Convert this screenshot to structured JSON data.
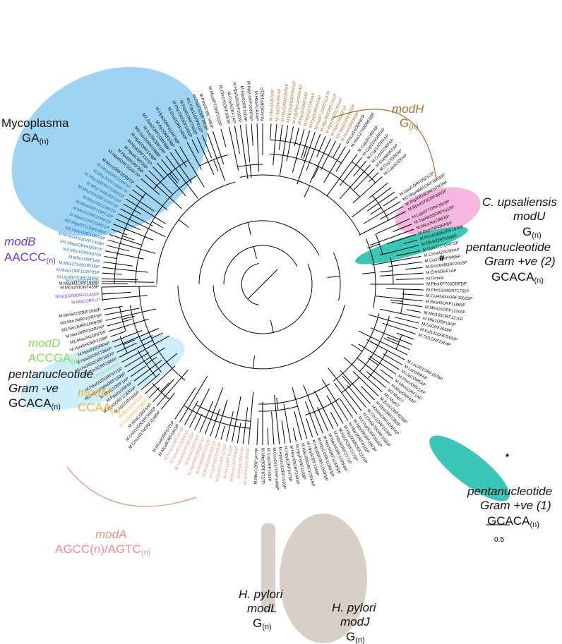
{
  "figure": {
    "colors": {
      "mycoplasma": "#9fd3f2",
      "mycoplasma_text": "#1b6fae",
      "modH": "#a8732f",
      "modU": "#f5b6df",
      "pentaGP": "#3cc6b6",
      "pentaGP_text": "#ffffff",
      "modB": "#7a34d6",
      "modD": "#7fe05a",
      "pentaGN": "#cfeefb",
      "modM": "#f2b33d",
      "modA": "#f08f86",
      "helico": "#d8d0c6",
      "black": "#111111"
    },
    "groups": [
      {
        "id": "mycoplasma",
        "name": "Mycoplasma",
        "seq": "GA",
        "sub": "(n)"
      },
      {
        "id": "modH",
        "name": "modH",
        "seq": "G",
        "sub": "(n)"
      },
      {
        "id": "modU",
        "name": "C. upsaliensis",
        "name2": "modU",
        "seq": "G",
        "sub": "(n)"
      },
      {
        "id": "pentaGP2",
        "name": "pentanucleotide",
        "name2": "Gram +ve (2)",
        "seq": "GCACA",
        "sub": "(n)"
      },
      {
        "id": "modB",
        "name": "modB",
        "seq": "AACCC",
        "sub": "(n)"
      },
      {
        "id": "modD",
        "name": "modD",
        "seq": "ACCGA",
        "sub": "(n)"
      },
      {
        "id": "pentaGN",
        "name": "pentanucleotide",
        "name2": "Gram -ve",
        "seq": "GCACA",
        "sub": "(n)"
      },
      {
        "id": "modM",
        "name": "modM",
        "seq": "CCAA",
        "sub": "(n)"
      },
      {
        "id": "modA",
        "name": "modA",
        "seq": "AGCC(n)/AGTC",
        "sub": "(n)"
      },
      {
        "id": "pentaGP1",
        "name": "pentanucleotide",
        "name2": "Gram +ve (1)",
        "seq": "GCACA",
        "sub": "(n)"
      },
      {
        "id": "modL",
        "name": "H. pylori",
        "name2": "modL",
        "seq": "G",
        "sub": "(n)"
      },
      {
        "id": "modJ",
        "name": "H. pylori",
        "name2": "modJ",
        "seq": "G",
        "sub": "(n)"
      }
    ],
    "marks": {
      "hash": "#",
      "star": "*"
    },
    "scale_bar": {
      "label": "0.5"
    },
    "leaves": [
      {
        "label": "M.Mca160ORF435P",
        "group": "black",
        "angle": 181
      },
      {
        "label": "Nme10208ORF11445P",
        "group": "modB",
        "angle": 183.5
      },
      {
        "label": "M.NlaCORFLP",
        "group": "modB",
        "angle": 185.5
      },
      {
        "label": "M.Mma225ORF2680P",
        "group": "black",
        "angle": 189
      },
      {
        "label": "M3.MorJMR01ORFBP",
        "group": "black",
        "angle": 191
      },
      {
        "label": "M2.MorJMR01ORFBP",
        "group": "black",
        "angle": 193
      },
      {
        "label": "M.MorJMR01ORFAP",
        "group": "black",
        "angle": 195
      },
      {
        "label": "M1.MspJH1ORFDP",
        "group": "black",
        "angle": 197
      },
      {
        "label": "M.HpaSHORF2158P",
        "group": "black",
        "angle": 199
      },
      {
        "label": "M.Hpa393ORFAP",
        "group": "black",
        "angle": 201
      },
      {
        "label": "M.Hpa32ORF2866P",
        "group": "black",
        "angle": 203
      },
      {
        "label": "M.Lha3552ORF2487P",
        "group": "black",
        "angle": 205
      },
      {
        "label": "M2.Pmi3ORF2866P",
        "group": "black",
        "angle": 207
      },
      {
        "label": "M.Pmi47ORFAP",
        "group": "modD",
        "angle": 209
      },
      {
        "label": "M.HduGUSORF6715P",
        "group": "black",
        "angle": 211
      },
      {
        "label": "M2.HduVAMSORF1899P",
        "group": "black",
        "angle": 213
      },
      {
        "label": "M.Mha11ORF1AP",
        "group": "black",
        "angle": 215
      },
      {
        "label": "M.Ppa11ORFAP",
        "group": "black",
        "angle": 217
      },
      {
        "label": "M.Apa5ORF1ORFAP",
        "group": "black",
        "angle": 219
      },
      {
        "label": "M.Apl1ORF800P",
        "group": "black",
        "angle": 221
      },
      {
        "label": "M.Mca1ORF6AP",
        "group": "modM",
        "angle": 223
      },
      {
        "label": "M.CcrE3ORF2982P",
        "group": "modM",
        "angle": 225
      },
      {
        "label": "M.AhaCORF4AP",
        "group": "black",
        "angle": 227
      },
      {
        "label": "M.Col11500ORF3865P",
        "group": "black",
        "angle": 229
      },
      {
        "label": "M.Cmur4574ORF11999P",
        "group": "black",
        "angle": 231
      },
      {
        "label": "M.Mca4ORF6721P",
        "group": "black",
        "angle": 237
      },
      {
        "label": "M.Mca4ORF4461P",
        "group": "black",
        "angle": 239
      },
      {
        "label": "M.Nme1ORF2974P",
        "group": "modA",
        "angle": 241
      },
      {
        "label": "M.Nme8013ORFAP",
        "group": "modA",
        "angle": 243
      },
      {
        "label": "M.NgoA1ORF16535P",
        "group": "modA",
        "angle": 245
      },
      {
        "label": "M.Nme1ORF08P",
        "group": "modA",
        "angle": 247
      },
      {
        "label": "M.NgoFA1090ORF1P",
        "group": "modA",
        "angle": 249
      },
      {
        "label": "M.Hin86ORF1022P",
        "group": "modA",
        "angle": 251
      },
      {
        "label": "M.HinR2846ORF1P",
        "group": "modA",
        "angle": 253
      },
      {
        "label": "M.HinPittEEORF2P",
        "group": "modA",
        "angle": 255
      },
      {
        "label": "M.Hin477ORF1078P",
        "group": "modA",
        "angle": 257
      },
      {
        "label": "M.Hin1ORF1129P",
        "group": "modA",
        "angle": 259
      },
      {
        "label": "M.Mca1ORF4461P",
        "group": "modA",
        "angle": 261
      },
      {
        "label": "M.Mha1ORF1AP",
        "group": "modA",
        "angle": 263
      },
      {
        "label": "M.HinPittGGORFAP",
        "group": "modA",
        "angle": 265
      },
      {
        "label": "M.Mhe1ORF1477P",
        "group": "black",
        "angle": 268
      },
      {
        "label": "M.Hhe9ORF6727P",
        "group": "black",
        "angle": 270
      },
      {
        "label": "M.CupORF1458P",
        "group": "black",
        "angle": 272
      },
      {
        "label": "M.Cco2437ORF1468P",
        "group": "black",
        "angle": 274
      },
      {
        "label": "M.HpyGU1ORF1593P",
        "group": "black",
        "angle": 276
      },
      {
        "label": "M.Hpy1ORF6475P",
        "group": "black",
        "angle": 278
      },
      {
        "label": "M.HpyHRORF2493P",
        "group": "black",
        "angle": 280
      },
      {
        "label": "M.HpyPORF1038P",
        "group": "black",
        "angle": 282
      },
      {
        "label": "M.HpyJ99ORF1ORFBP",
        "group": "black",
        "angle": 284
      },
      {
        "label": "M.Hpy9ORF1348P",
        "group": "black",
        "angle": 286
      },
      {
        "label": "M.HpyB3ORF1ORFBP",
        "group": "black",
        "angle": 288
      },
      {
        "label": "M.HpyCORF1ORFBP",
        "group": "black",
        "angle": 290
      },
      {
        "label": "M.HpySORF1ORFBP",
        "group": "black",
        "angle": 292
      },
      {
        "label": "M.HpyHORF1ORFBP",
        "group": "black",
        "angle": 294
      },
      {
        "label": "M.HpySORF2371P",
        "group": "black",
        "angle": 296
      },
      {
        "label": "M.HpyPORF2373P",
        "group": "black",
        "angle": 298
      },
      {
        "label": "M.Hpy5066ORF2371P",
        "group": "black",
        "angle": 300
      },
      {
        "label": "M.Hpy3ORF4115P",
        "group": "black",
        "angle": 302
      },
      {
        "label": "M.Hpy99ORF2002P",
        "group": "black",
        "angle": 304
      },
      {
        "label": "M.Chrp5ORF3045P",
        "group": "black",
        "angle": 306
      },
      {
        "label": "M.Chr5070ORF1080P",
        "group": "black",
        "angle": 308
      },
      {
        "label": "M.Chr1ORF1038P",
        "group": "black",
        "angle": 310
      },
      {
        "label": "M.MenORF1ORFAP",
        "group": "black",
        "angle": 312
      },
      {
        "label": "M.EbaORF2368P",
        "group": "black",
        "angle": 314
      },
      {
        "label": "M.EcoCORF9258P",
        "group": "black",
        "angle": 316
      },
      {
        "label": "M1.MspCl",
        "group": "black",
        "angle": 318
      },
      {
        "label": "M2.MspCl",
        "group": "black",
        "angle": 320
      },
      {
        "label": "M.MspORF4AP",
        "group": "black",
        "angle": 322
      },
      {
        "label": "M.Mbo1ORF1AP",
        "group": "black",
        "angle": 324
      },
      {
        "label": "M.PheVORF1AP",
        "group": "black",
        "angle": 326
      },
      {
        "label": "M.LlaCORFAP",
        "group": "black",
        "angle": 328
      },
      {
        "label": "M.LacORFAP",
        "group": "black",
        "angle": 330
      },
      {
        "label": "M.Lcu201ORF1878P",
        "group": "black",
        "angle": 332
      },
      {
        "label": "M.Sag3ORF1ORF826P",
        "group": "pentaGP1",
        "angle": 334
      },
      {
        "label": "M.Sag2603ORF1282P",
        "group": "pentaGP1",
        "angle": 336
      },
      {
        "label": "M.Sth1ORF4479P",
        "group": "pentaGP1",
        "angle": 338
      },
      {
        "label": "M.SpnORF2003P",
        "group": "pentaGP1",
        "angle": 340
      },
      {
        "label": "M.Tkl1ORF2964P",
        "group": "black",
        "angle": 342
      },
      {
        "label": "M.Ecl101ORF5492P",
        "group": "black",
        "angle": 344
      },
      {
        "label": "M.SsORF3658P",
        "group": "black",
        "angle": 346
      },
      {
        "label": "M.Mfa1ORF18AP",
        "group": "black",
        "angle": 348
      },
      {
        "label": "M.Mhi165ORF1210P",
        "group": "black",
        "angle": 350
      },
      {
        "label": "M.Mfra16ORF11055P",
        "group": "black",
        "angle": 352
      },
      {
        "label": "M.Bba45ORF11869P",
        "group": "black",
        "angle": 354
      },
      {
        "label": "M.Cul46634ORF10615P",
        "group": "black",
        "angle": 356
      },
      {
        "label": "M.Pbo1344ORF1755P",
        "group": "black",
        "angle": 358
      },
      {
        "label": "M.PbsiKF703ORFDP",
        "group": "black",
        "angle": 0
      },
      {
        "label": "M.Gma6I",
        "group": "black",
        "angle": 2
      },
      {
        "label": "M.Erh6ORF1AP",
        "group": "black",
        "angle": 4
      },
      {
        "label": "M.Ero2648ORF2553P",
        "group": "black",
        "angle": 6
      },
      {
        "label": "M.Llu27ORF9495P",
        "group": "black",
        "angle": 8
      },
      {
        "label": "M.Cce4470ORFAP",
        "group": "black",
        "angle": 10
      },
      {
        "label": "M.Dph2717ORFSP",
        "group": "black",
        "angle": 12
      },
      {
        "label": "M.DbaKORF1599P",
        "group": "black",
        "angle": 14
      },
      {
        "label": "M.Pmi10266ORF1670P",
        "group": "black",
        "angle": 16
      },
      {
        "label": "M.DspTHPORFBP",
        "group": "black",
        "angle": 18
      },
      {
        "label": "M.MicaTexORFEP",
        "group": "black",
        "angle": 20
      },
      {
        "label": "M.TspNK55ORF6110P",
        "group": "black",
        "angle": 22
      },
      {
        "label": "M.LspO77ORF3919P",
        "group": "black",
        "angle": 24
      },
      {
        "label": "M.Bps4378ORF3653P",
        "group": "black",
        "angle": 27
      },
      {
        "label": "M.RspKB18ORF679ORF",
        "group": "black",
        "angle": 29
      },
      {
        "label": "M2.MspNMI1ORF35830P",
        "group": "black",
        "angle": 31
      },
      {
        "label": "M.GpaCORF3521OP",
        "group": "black",
        "angle": 33
      },
      {
        "label": "M.Smi86ORF1249P",
        "group": "pentaGP2",
        "angle": 35
      },
      {
        "label": "M.Ssu15ORF1305P",
        "group": "pentaGP2",
        "angle": 37
      },
      {
        "label": "M.Lsa30AORF7230P",
        "group": "pentaGP2",
        "angle": 39
      },
      {
        "label": "M.CupAORFAP",
        "group": "modU",
        "angle": 42
      },
      {
        "label": "M.Cup7ORFAP",
        "group": "modU",
        "angle": 44
      },
      {
        "label": "M.CupMORFAP",
        "group": "modU",
        "angle": 46
      },
      {
        "label": "M.Cup11ORFAP",
        "group": "modU",
        "angle": 48
      },
      {
        "label": "M.Cup14ORFAP",
        "group": "modU",
        "angle": 50
      },
      {
        "label": "M.Cup104ORFAP",
        "group": "modU",
        "angle": 52
      },
      {
        "label": "M.Cup35ORFAP",
        "group": "modU",
        "angle": 54
      },
      {
        "label": "M.Hca12740ORF88P",
        "group": "black",
        "angle": 57
      },
      {
        "label": "M.Hca14ORF87P",
        "group": "black",
        "angle": 59
      },
      {
        "label": "M.HcanORF868P",
        "group": "modH",
        "angle": 61
      },
      {
        "label": "M1.Hpy2ORF1030P",
        "group": "modH",
        "angle": 63
      },
      {
        "label": "M.Hpy235ORF1P",
        "group": "modH",
        "angle": 65
      },
      {
        "label": "M.Hpy26695ORFAP",
        "group": "modH",
        "angle": 67
      },
      {
        "label": "M.HpyJ99ORF1441P",
        "group": "modH",
        "angle": 69
      },
      {
        "label": "M.HpyP12ORF1147P",
        "group": "modH",
        "angle": 71
      },
      {
        "label": "M.HpyB38ORFAP",
        "group": "modH",
        "angle": 73
      },
      {
        "label": "M.HpyG27ORFAP",
        "group": "modH",
        "angle": 75
      },
      {
        "label": "M.Hpy83ORF5AP",
        "group": "modH",
        "angle": 77
      },
      {
        "label": "M.HpyPeCanORFAP",
        "group": "modH",
        "angle": 79
      },
      {
        "label": "M.HpySJM180ORFAP",
        "group": "modH",
        "angle": 81
      },
      {
        "label": "M.HpyGAM2ORFAP",
        "group": "modH",
        "angle": 83
      },
      {
        "label": "M.HpyShiORFAP",
        "group": "modH",
        "angle": 85
      },
      {
        "label": "M.Hhe1ORF1AP",
        "group": "modH",
        "angle": 87
      },
      {
        "label": "M.AcaORF1921P",
        "group": "black",
        "angle": 90
      },
      {
        "label": "M.HbaPORFAP",
        "group": "black",
        "angle": 92
      },
      {
        "label": "M.HpyLORF2ORFAP",
        "group": "black",
        "angle": 94
      },
      {
        "label": "M.Hpy5ORF1563P",
        "group": "black",
        "angle": 96
      },
      {
        "label": "M.Hpy526ORF1003P",
        "group": "black",
        "angle": 98
      },
      {
        "label": "M.CoyAORF1AP",
        "group": "black",
        "angle": 100
      },
      {
        "label": "M.Chr276ORF1001P",
        "group": "black",
        "angle": 102
      },
      {
        "label": "M.Mco5F7ORF3193P",
        "group": "black",
        "angle": 105
      },
      {
        "label": "M.Pme3ORF7460P",
        "group": "black",
        "angle": 108
      },
      {
        "label": "M.FheF3ORF7459P",
        "group": "black",
        "angle": 110
      },
      {
        "label": "M1.Fsp11ORF812P",
        "group": "black",
        "angle": 112
      },
      {
        "label": "M.Fsp81ORF7460P",
        "group": "black",
        "angle": 114
      },
      {
        "label": "M.Fhe730ORF1460P",
        "group": "black",
        "angle": 116
      },
      {
        "label": "M.DvuDORF1460P",
        "group": "black",
        "angle": 118
      },
      {
        "label": "M.Hpa2ORF2ORF38P",
        "group": "black",
        "angle": 121
      },
      {
        "label": "M.Ap1ORF938P",
        "group": "black",
        "angle": 123
      },
      {
        "label": "M2.Apa2ORF1ORF68P",
        "group": "black",
        "angle": 125
      },
      {
        "label": "M.Aac58ORF1PP",
        "group": "black",
        "angle": 127
      },
      {
        "label": "M3.Gan1ORF5988P",
        "group": "black",
        "angle": 129
      },
      {
        "label": "M.Hpa5ORF1438P",
        "group": "black",
        "angle": 131
      },
      {
        "label": "M.HpaORF1371P",
        "group": "black",
        "angle": 133
      },
      {
        "label": "M.Hpa4ORF39P",
        "group": "black",
        "angle": 135
      },
      {
        "label": "M.Hpa58ORF39P",
        "group": "black",
        "angle": 137
      },
      {
        "label": "M.Hpa6ORF1ORF7P",
        "group": "black",
        "angle": 139
      },
      {
        "label": "M.Mcr1ORF3ORF2P",
        "group": "black",
        "angle": 142
      },
      {
        "label": "M.Mhy4ORF2ORF1P",
        "group": "mycoplasma",
        "angle": 144
      },
      {
        "label": "M.MhyJORF1ORF7P",
        "group": "mycoplasma",
        "angle": 146
      },
      {
        "label": "M.Mhy168ORF2ORFDP",
        "group": "mycoplasma",
        "angle": 148
      },
      {
        "label": "M.Mhy7448ORF1AP",
        "group": "mycoplasma",
        "angle": 150
      },
      {
        "label": "M.Mhy232ORF1ORF2P",
        "group": "mycoplasma",
        "angle": 152
      },
      {
        "label": "M.Mhy7422ORF2P",
        "group": "mycoplasma",
        "angle": 154
      },
      {
        "label": "M.MbaORF1ORF28P",
        "group": "mycoplasma",
        "angle": 156
      },
      {
        "label": "M.Mbo1ORF2ORF1P",
        "group": "mycoplasma",
        "angle": 158
      },
      {
        "label": "M.MpuCORF2ORF1P",
        "group": "mycoplasma",
        "angle": 160
      },
      {
        "label": "M2.MgaSF1ORF6480P",
        "group": "mycoplasma",
        "angle": 162
      },
      {
        "label": "M3.MaloORF1ORF8P",
        "group": "mycoplasma",
        "angle": 164
      },
      {
        "label": "M.MmyGM12ORF1439P",
        "group": "mycoplasma",
        "angle": 166
      },
      {
        "label": "M1.MagaORF6ORF7P",
        "group": "mycoplasma",
        "angle": 168
      },
      {
        "label": "M2.Mbo1ORF6870P",
        "group": "mycoplasma",
        "angle": 170
      },
      {
        "label": "M.Mho1ORF1AP",
        "group": "mycoplasma",
        "angle": 172
      },
      {
        "label": "M.Mhe27549ORF89P",
        "group": "mycoplasma",
        "angle": 174
      },
      {
        "label": "M.Mau1ORF1ORF85P",
        "group": "mycoplasma",
        "angle": 176
      },
      {
        "label": "M.Uul4972ORF2880P",
        "group": "mycoplasma",
        "angle": 178
      },
      {
        "label": "M.Uur1ORF534P",
        "group": "mycoplasma",
        "angle": 179
      },
      {
        "label": "M.MapM1ORF1980P",
        "group": "black",
        "angle": 179.8
      }
    ]
  }
}
